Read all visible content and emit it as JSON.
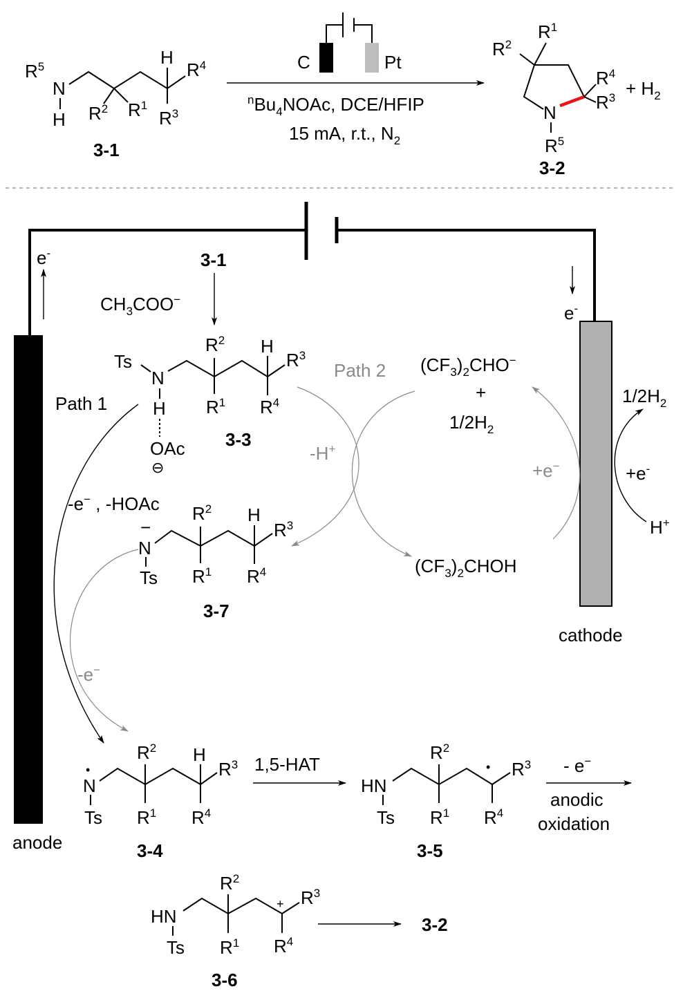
{
  "labels": {
    "R1": [
      {
        "t": "R"
      },
      {
        "sup": "1"
      }
    ],
    "R2": [
      {
        "t": "R"
      },
      {
        "sup": "2"
      }
    ],
    "R3": [
      {
        "t": "R"
      },
      {
        "sup": "3"
      }
    ],
    "R4": [
      {
        "t": "R"
      },
      {
        "sup": "4"
      }
    ],
    "R5": [
      {
        "t": "R"
      },
      {
        "sup": "5"
      }
    ],
    "H": "H",
    "N": "N",
    "HN": "HN",
    "Ts": "Ts",
    "OAc": "OAc",
    "minus_circle": "⊖",
    "plus": "+",
    "minus": "−",
    "dot": "•"
  },
  "reaction": {
    "electrode_left": "C",
    "electrode_right": "Pt",
    "conditions_1": [
      {
        "sup": "n"
      },
      {
        "t": "Bu"
      },
      {
        "sub": "4"
      },
      {
        "t": "NOAc, DCE/HFIP"
      }
    ],
    "conditions_2": [
      {
        "t": "15 mA, r.t., N"
      },
      {
        "sub": "2"
      }
    ],
    "byproduct": [
      {
        "t": "+ H"
      },
      {
        "sub": "2"
      }
    ],
    "substrate": "3-1",
    "product": "3-2"
  },
  "mechanism": {
    "electron_anode": [
      {
        "t": "e"
      },
      {
        "sup": "-"
      }
    ],
    "electron_cathode": [
      {
        "t": "e"
      },
      {
        "sup": "-"
      }
    ],
    "acetate": [
      {
        "t": "CH"
      },
      {
        "sub": "3"
      },
      {
        "t": "COO"
      },
      {
        "sup": "−"
      }
    ],
    "path1": "Path 1",
    "path2": "Path 2",
    "minus_e_hoac": [
      {
        "t": "-e"
      },
      {
        "sup": "−"
      },
      {
        "t": " , -HOAc"
      }
    ],
    "minus_h": [
      {
        "t": "-H"
      },
      {
        "sup": "+"
      }
    ],
    "plus_e_gray": [
      {
        "t": "+e"
      },
      {
        "sup": "−"
      }
    ],
    "hfip_anion": [
      {
        "t": "(CF"
      },
      {
        "sub": "3"
      },
      {
        "t": ")"
      },
      {
        "sub": "2"
      },
      {
        "t": "CHO"
      },
      {
        "sup": "−"
      }
    ],
    "plus_sign": "+",
    "half_h2": [
      {
        "t": "1/2H"
      },
      {
        "sub": "2"
      }
    ],
    "hfip": [
      {
        "t": "(CF"
      },
      {
        "sub": "3"
      },
      {
        "t": ")"
      },
      {
        "sub": "2"
      },
      {
        "t": "CHOH"
      }
    ],
    "cathode_half_h2": [
      {
        "t": "1/2H"
      },
      {
        "sub": "2"
      }
    ],
    "cathode_plus_e": [
      {
        "t": "+e"
      },
      {
        "sup": "-"
      }
    ],
    "cathode_h_plus": [
      {
        "t": "H"
      },
      {
        "sup": "+"
      }
    ],
    "minus_e_gray": [
      {
        "t": "-e"
      },
      {
        "sup": "−"
      }
    ],
    "hat": "1,5-HAT",
    "minus_e_oxid": [
      {
        "t": "- e"
      },
      {
        "sup": "−"
      }
    ],
    "anodic": "anodic",
    "oxidation": "oxidation",
    "anode": "anode",
    "cathode": "cathode",
    "c31": "3-1",
    "c33": "3-3",
    "c37": "3-7",
    "c34": "3-4",
    "c35": "3-5",
    "c36": "3-6",
    "c32": "3-2"
  },
  "colors": {
    "anode": "#000000",
    "cathode": "#b0b0b0",
    "highlight_bond": "#e8141b",
    "gray_text": "#8a8a8a"
  }
}
